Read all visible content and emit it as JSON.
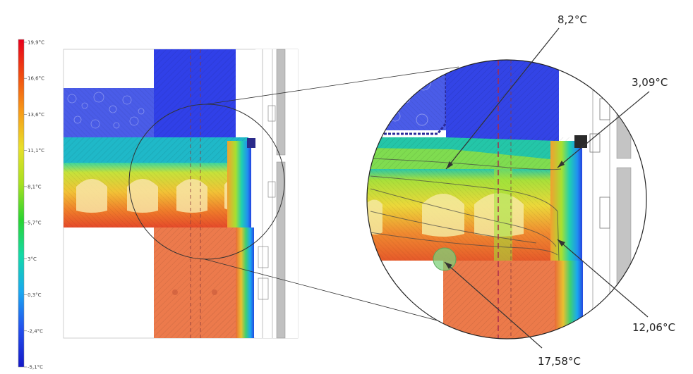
{
  "color_scale": {
    "labels": [
      "19,9°C",
      "16,6°C",
      "13,6°C",
      "11,1°C",
      "8,1°C",
      "5,7°C",
      "3°C",
      "0,3°C",
      "-2,4°C",
      "-5,1°C"
    ],
    "colors": [
      "#e8001c",
      "#f04c10",
      "#f79a18",
      "#e8df2a",
      "#a8e020",
      "#2ad430",
      "#13d9a8",
      "#19a8f0",
      "#2352ee",
      "#1418c8"
    ]
  },
  "callouts": [
    {
      "label": "8,2°C"
    },
    {
      "label": "3,09°C"
    },
    {
      "label": "12,06°C"
    },
    {
      "label": "17,58°C"
    }
  ]
}
